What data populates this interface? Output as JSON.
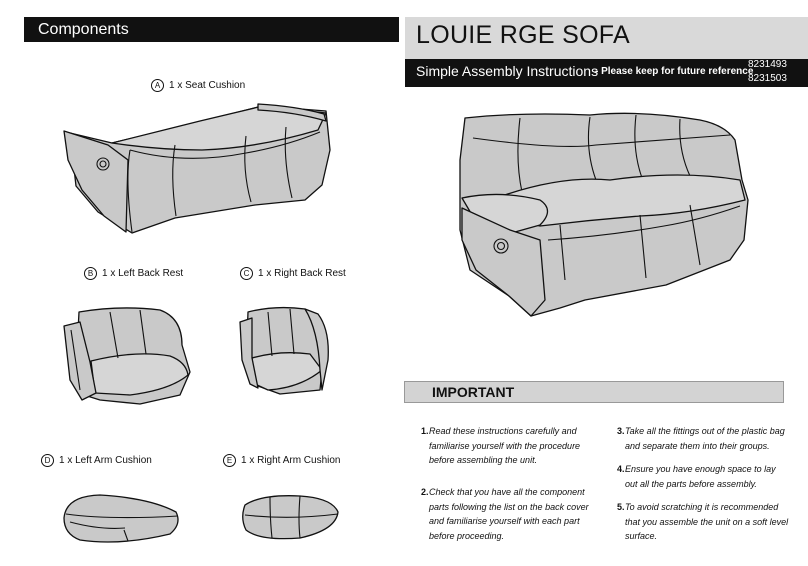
{
  "header": {
    "components": "Components",
    "title": "LOUIE RGE SOFA",
    "subtitle": "Simple Assembly Instructions",
    "subtitle_note": "- Please keep for future reference",
    "codes": [
      "8231493",
      "8231503"
    ]
  },
  "components": [
    {
      "letter": "A",
      "label": "1 x Seat Cushion"
    },
    {
      "letter": "B",
      "label": "1 x Left Back Rest"
    },
    {
      "letter": "C",
      "label": "1 x Right Back Rest"
    },
    {
      "letter": "D",
      "label": "1 x Left Arm Cushion"
    },
    {
      "letter": "E",
      "label": "1 x Right Arm Cushion"
    }
  ],
  "important": {
    "heading": "IMPORTANT",
    "steps": [
      {
        "num": "1.",
        "text": "Read these instructions carefully and familiarise yourself with the procedure before assembling the unit."
      },
      {
        "num": "2.",
        "text": "Check that you have all the component parts following the list on the back cover and familiarise yourself with each part before proceeding."
      },
      {
        "num": "3.",
        "text": "Take all the fittings out of the plastic bag and separate them into their groups."
      },
      {
        "num": "4.",
        "text": "Ensure you have enough space to lay out all the parts before assembly."
      },
      {
        "num": "5.",
        "text": "To avoid scratching it is recommended that you assemble the unit on a soft level surface."
      }
    ]
  }
}
